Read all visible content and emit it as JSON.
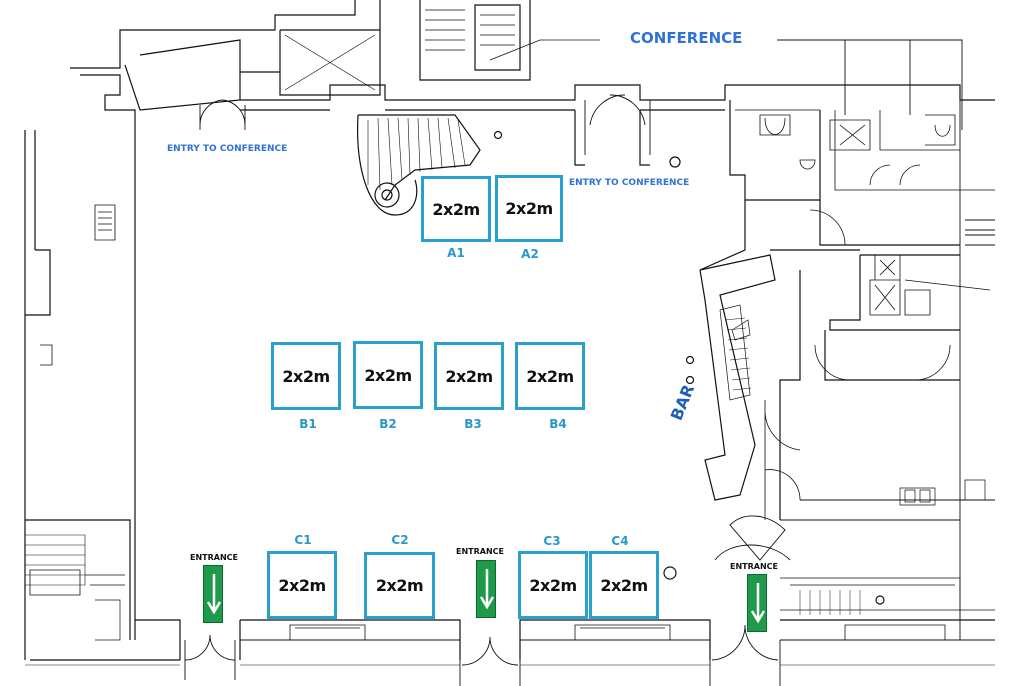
{
  "title": "CONFERENCE",
  "entry_labels": [
    "ENTRY TO CONFERENCE",
    "ENTRY TO CONFERENCE"
  ],
  "entrance_labels": [
    "ENTRANCE",
    "ENTRANCE",
    "ENTRANCE"
  ],
  "bar_label": "BAR",
  "booth_size": "2x2m",
  "booths": [
    {
      "id": "A1",
      "size": "2x2m"
    },
    {
      "id": "A2",
      "size": "2x2m"
    },
    {
      "id": "B1",
      "size": "2x2m"
    },
    {
      "id": "B2",
      "size": "2x2m"
    },
    {
      "id": "B3",
      "size": "2x2m"
    },
    {
      "id": "B4",
      "size": "2x2m"
    },
    {
      "id": "C1",
      "size": "2x2m"
    },
    {
      "id": "C2",
      "size": "2x2m"
    },
    {
      "id": "C3",
      "size": "2x2m"
    },
    {
      "id": "C4",
      "size": "2x2m"
    }
  ],
  "colors": {
    "booth_border": "#2aa0cf",
    "booth_label": "#2a98c8",
    "conference_text": "#2f72d6",
    "bar_text": "#1e5fb8",
    "exit_sign": "#1f9a4a",
    "wall": "#111111"
  }
}
